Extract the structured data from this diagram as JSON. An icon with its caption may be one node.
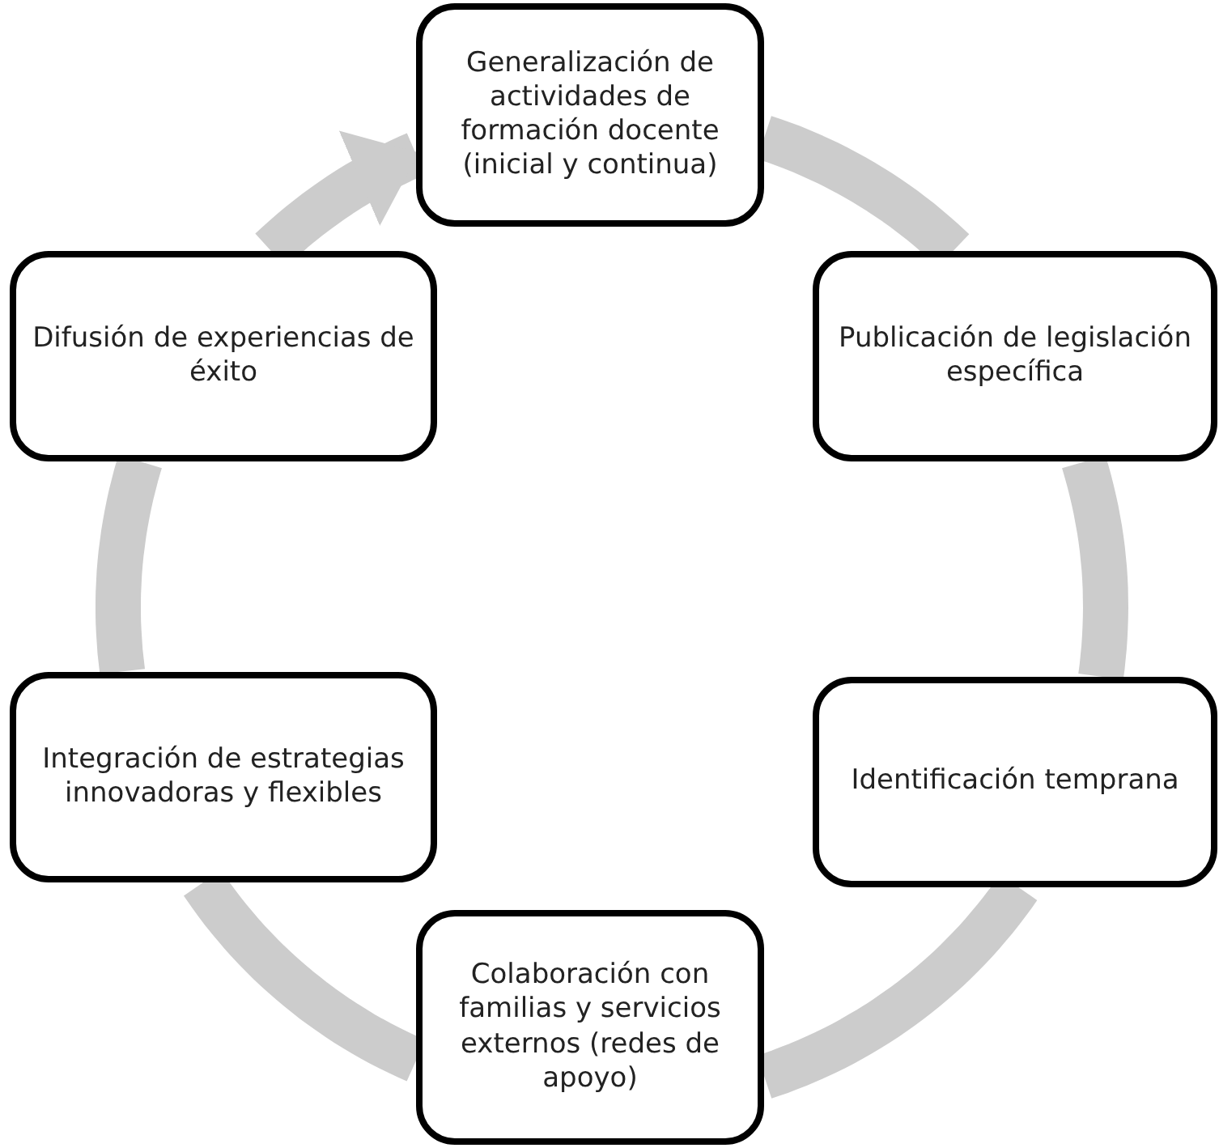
{
  "diagram": {
    "nodes": [
      {
        "text": [
          "Generalización de actividades de formación docente (inicial y continua)"
        ]
      },
      {
        "text": [
          "Publicación de legislación específica"
        ]
      },
      {
        "text": [
          "Identificación temprana"
        ]
      },
      {
        "text": [
          "Colaboración con familias y servicios externos (redes de apoyo)"
        ]
      },
      {
        "text": [
          "Integración de estrategias innovadoras y flexibles"
        ]
      },
      {
        "text": [
          "Difusión de experiencias de éxito"
        ]
      }
    ],
    "edges": [
      {
        "from": 0,
        "to": 1,
        "arrow": "none"
      },
      {
        "from": 1,
        "to": 2,
        "arrow": "none"
      },
      {
        "from": 2,
        "to": 3,
        "arrow": "none"
      },
      {
        "from": 3,
        "to": 4,
        "arrow": "none"
      },
      {
        "from": 4,
        "to": 5,
        "arrow": "none"
      },
      {
        "from": 5,
        "to": 0,
        "arrow": "to"
      }
    ]
  }
}
